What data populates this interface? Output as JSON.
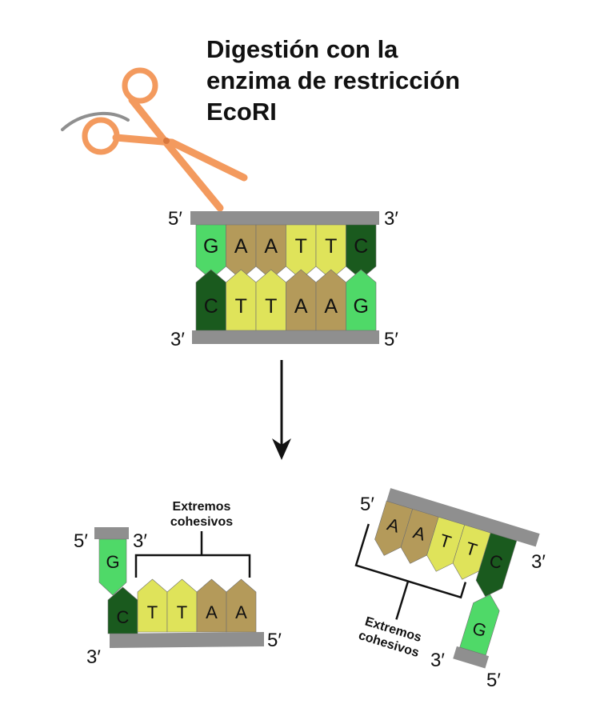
{
  "title": {
    "line1": "Digestión con la",
    "line2": "enzima de restricción",
    "line3": "EcoRI"
  },
  "colors": {
    "backbone": "#8f8f8f",
    "green_light": "#4fd968",
    "green_dark": "#1a5a1e",
    "yellow": "#dfe35a",
    "tan": "#b49a5a",
    "scissors": "#f39a5e"
  },
  "icons": {
    "scissors": "scissors-icon",
    "arrow": "arrow-down-icon"
  },
  "intact": {
    "top_strand": [
      "G",
      "A",
      "A",
      "T",
      "T",
      "C"
    ],
    "bottom_strand": [
      "C",
      "T",
      "T",
      "A",
      "A",
      "G"
    ],
    "top_left_end": "5′",
    "top_right_end": "3′",
    "bottom_left_end": "3′",
    "bottom_right_end": "5′"
  },
  "left_fragment": {
    "top_base": "G",
    "bottom_bases": [
      "C",
      "T",
      "T",
      "A",
      "A"
    ],
    "top_left_end": "5′",
    "top_right_end": "3′",
    "bottom_left_end": "3′",
    "bottom_right_end": "5′",
    "label_line1": "Extremos",
    "label_line2": "cohesivos"
  },
  "right_fragment": {
    "top_bases": [
      "A",
      "A",
      "T",
      "T",
      "C"
    ],
    "bottom_base": "G",
    "top_left_end": "5′",
    "top_right_end": "3′",
    "bottom_left_end": "3′",
    "bottom_right_end": "5′",
    "label_line1": "Extremos",
    "label_line2": "cohesivos"
  }
}
